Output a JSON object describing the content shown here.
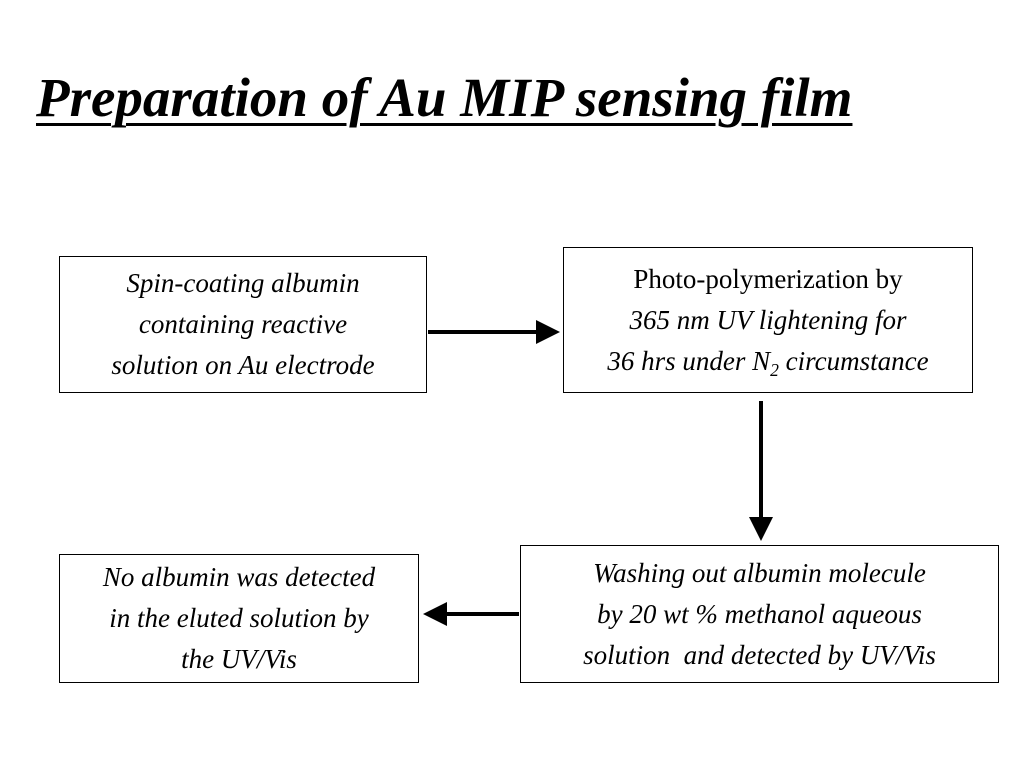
{
  "title": "Preparation of Au MIP sensing film",
  "steps": [
    {
      "lines": [
        "Spin-coating albumin",
        "containing reactive",
        "solution on Au electrode"
      ]
    },
    {
      "lines": [
        "Photo-polymerization by",
        "365 nm UV lightening for"
      ],
      "last_line_prefix": "36 hrs under N",
      "last_line_subscript": "2",
      "last_line_suffix": " circumstance"
    },
    {
      "lines": [
        "Washing out albumin molecule",
        "by 20 wt % methanol aqueous",
        "solution  and detected by UV/Vis"
      ]
    },
    {
      "lines": [
        "No albumin was detected",
        "in the eluted solution by",
        "the UV/Vis"
      ]
    }
  ],
  "connections": [
    {
      "from": 1,
      "to": 2,
      "direction": "right"
    },
    {
      "from": 2,
      "to": 3,
      "direction": "down"
    },
    {
      "from": 3,
      "to": 4,
      "direction": "left"
    }
  ]
}
